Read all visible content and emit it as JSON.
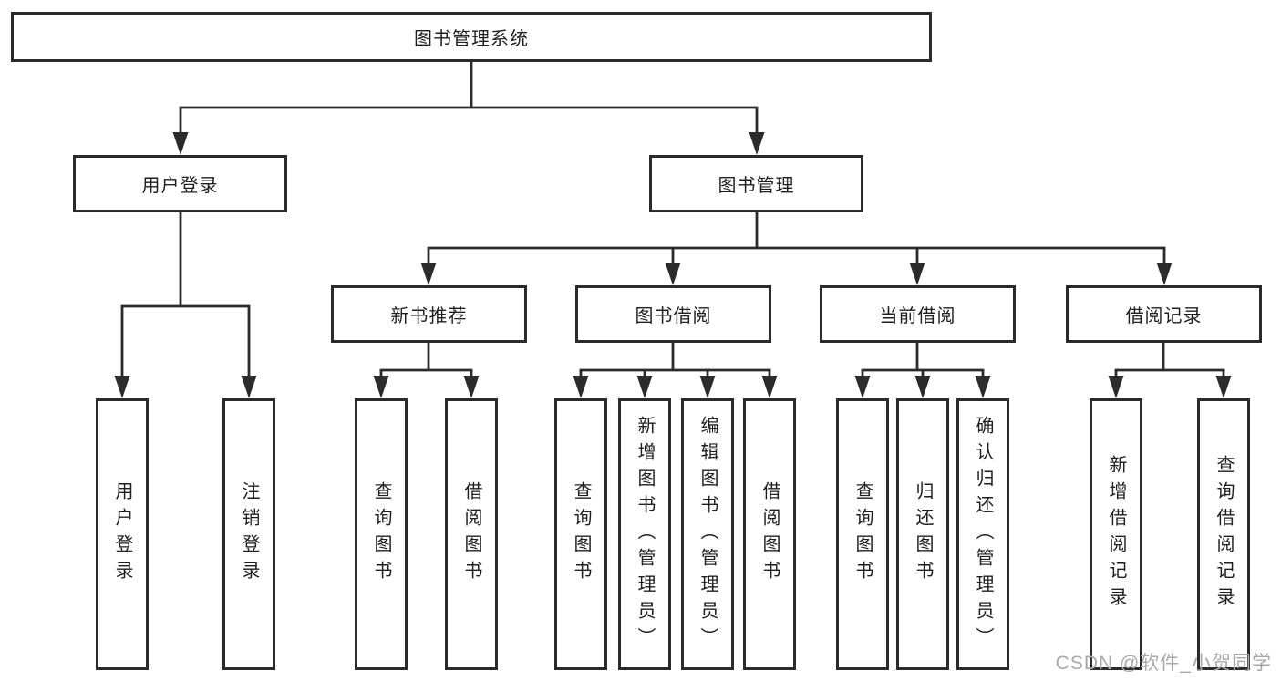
{
  "diagram": {
    "title": "图书管理系统",
    "type": "function-structure-tree",
    "tree": {
      "root": {
        "label": "图书管理系统"
      },
      "branches": [
        {
          "label": "用户登录",
          "children": [
            {
              "label": "用户登录"
            },
            {
              "label": "注销登录"
            }
          ]
        },
        {
          "label": "图书管理",
          "children": [
            {
              "label": "新书推荐",
              "children": [
                {
                  "label": "查询图书"
                },
                {
                  "label": "借阅图书"
                }
              ]
            },
            {
              "label": "图书借阅",
              "children": [
                {
                  "label": "查询图书"
                },
                {
                  "label": "新增图书（管理员）"
                },
                {
                  "label": "编辑图书（管理员）"
                },
                {
                  "label": "借阅图书"
                }
              ]
            },
            {
              "label": "当前借阅",
              "children": [
                {
                  "label": "查询图书"
                },
                {
                  "label": "归还图书"
                },
                {
                  "label": "确认归还（管理员）"
                }
              ]
            },
            {
              "label": "借阅记录",
              "children": [
                {
                  "label": "新增借阅记录"
                },
                {
                  "label": "查询借阅记录"
                }
              ]
            }
          ]
        }
      ]
    }
  },
  "watermark": {
    "text": "CSDN @软件_小贺同学"
  },
  "colors": {
    "background": "#ffffff",
    "box_fill": "#ffffff",
    "box_border": "#2b2b2b",
    "line": "#2b2b2b",
    "text": "#1f1f1f",
    "watermark": "#a9a9a9"
  }
}
